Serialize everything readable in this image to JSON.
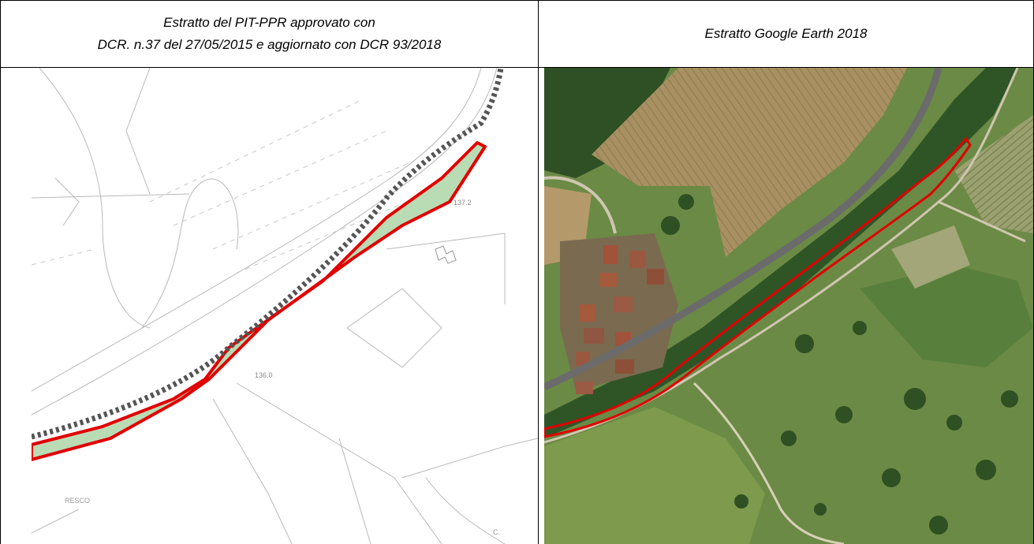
{
  "document": {
    "left_header": {
      "line1": "Estratto del PIT-PPR approvato con",
      "line2": "DCR. n.37 del 27/05/2015 e aggiornato con DCR 93/2018"
    },
    "right_header": {
      "line1": "Estratto Google Earth 2018"
    }
  },
  "left_map": {
    "labels": {
      "elev_1": "137.2",
      "elev_2": "136.0",
      "place": "RESCO",
      "corner": "C."
    },
    "colors": {
      "boundary": "#e00000",
      "zone_fill": "#b9dcb5",
      "road_hatch": "#555555",
      "lines": "#b8b8b8"
    }
  },
  "right_map": {
    "colors": {
      "boundary": "#e00000",
      "field_brown": "#b49a6a",
      "vegetation": "#3f6a2c",
      "meadow": "#6f8f4a"
    }
  }
}
